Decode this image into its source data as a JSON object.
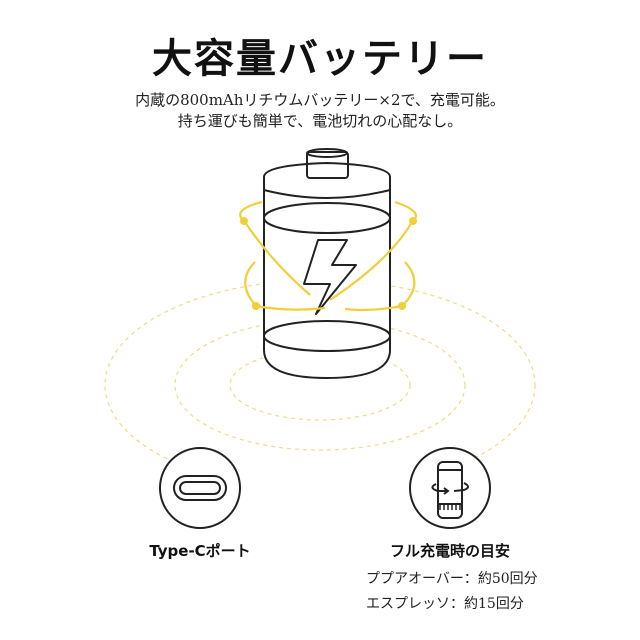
{
  "header": {
    "title": "大容量バッテリー",
    "subtitle_line1": "内蔵の800mAhリチウムバッテリー×2で、充電可能。",
    "subtitle_line2": "持ち運びも簡単で、電池切れの心配なし。"
  },
  "illustration": {
    "icon": "battery-charging-icon",
    "accent_color": "#f2cf3a",
    "line_color": "#222222"
  },
  "features": [
    {
      "icon": "usb-type-c-icon",
      "label": "Type-Cポート"
    },
    {
      "icon": "portafilter-rotate-icon",
      "label": "フル充電時の目安"
    }
  ],
  "specs": [
    {
      "text": "ププアオーバー：約50回分"
    },
    {
      "text": "エスプレッソ：約15回分"
    }
  ]
}
